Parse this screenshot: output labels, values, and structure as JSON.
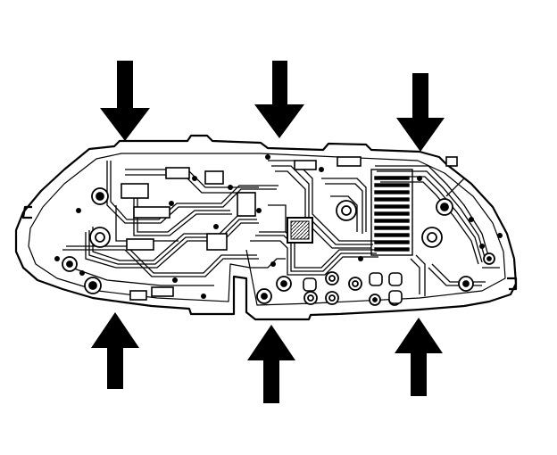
{
  "diagram": {
    "ink_color": "#000000",
    "paper_color": "#ffffff",
    "arrows": [
      {
        "direction": "down"
      },
      {
        "direction": "down"
      },
      {
        "direction": "down"
      },
      {
        "direction": "up"
      },
      {
        "direction": "up"
      },
      {
        "direction": "up"
      }
    ],
    "board_icons": [
      "gm-logo-icon"
    ]
  }
}
